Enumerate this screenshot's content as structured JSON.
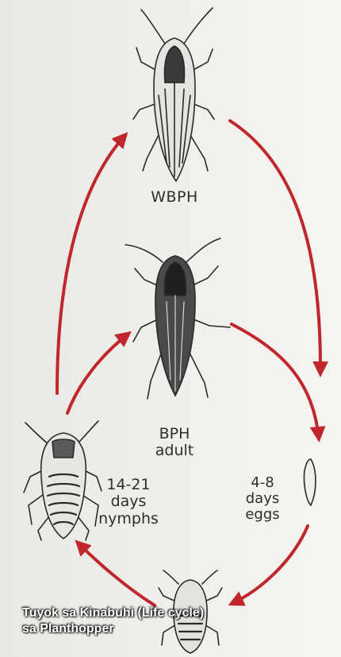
{
  "labels": {
    "wbph": "WBPH",
    "bph_line1": "BPH",
    "bph_line2": "adult",
    "eggs_line1": "4-8",
    "eggs_line2": "days",
    "eggs_line3": "eggs",
    "nymphs_line1": "14-21",
    "nymphs_line2": "days",
    "nymphs_line3": "nymphs"
  },
  "caption": {
    "line1": "Tuyok sa Kinabuhi (Life cycle)",
    "line2": "sa Planthopper"
  },
  "colors": {
    "arrow": "#c0272d",
    "insect": "#2a2a2a",
    "background": "#f3f2ef"
  }
}
